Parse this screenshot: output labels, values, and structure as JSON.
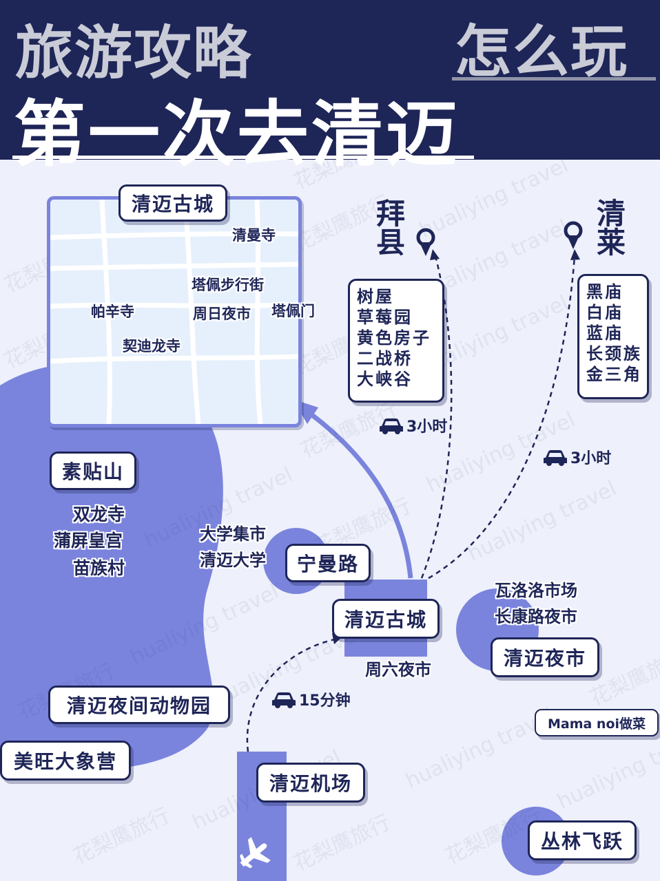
{
  "header": {
    "title_top": "旅游攻略",
    "title_right": "怎么玩",
    "title_main": "第一次去清迈"
  },
  "old_city_inset": {
    "title": "清迈古城",
    "places": [
      "清曼寺",
      "塔佩步行街",
      "帕辛寺",
      "周日夜市",
      "塔佩门",
      "契迪龙寺"
    ]
  },
  "pai": {
    "name": "拜县",
    "attractions": [
      "树屋",
      "草莓园",
      "黄色房子",
      "二战桥",
      "大峡谷"
    ],
    "duration": "3小时"
  },
  "chiang_rai": {
    "name": "清莱",
    "attractions": [
      "黑庙",
      "白庙",
      "蓝庙",
      "长颈族",
      "金三角"
    ],
    "duration": "3小时"
  },
  "west_area": {
    "mountain": "素贴山",
    "places": [
      "双龙寺",
      "蒲屏皇宫",
      "苗族村"
    ],
    "zoo": "清迈夜间动物园",
    "elephant_camp": "美旺大象营"
  },
  "nimman": {
    "label": "宁曼路",
    "places": [
      "大学集市",
      "清迈大学"
    ]
  },
  "old_city": {
    "label": "清迈古城",
    "market": "周六夜市"
  },
  "night_market": {
    "label": "清迈夜市",
    "places": [
      "瓦洛洛市场",
      "长康路夜市"
    ]
  },
  "cooking": {
    "label": "Mama noi做菜"
  },
  "airport": {
    "label": "清迈机场",
    "duration": "15分钟"
  },
  "jungle": {
    "label": "丛林飞跃"
  },
  "watermark": {
    "cn": "花梨鹰旅行",
    "en": "hualiying travel"
  },
  "colors": {
    "navy": "#1e2557",
    "accent": "#7a84dd",
    "light": "#e6f0fc",
    "bg": "#eef0fb"
  }
}
